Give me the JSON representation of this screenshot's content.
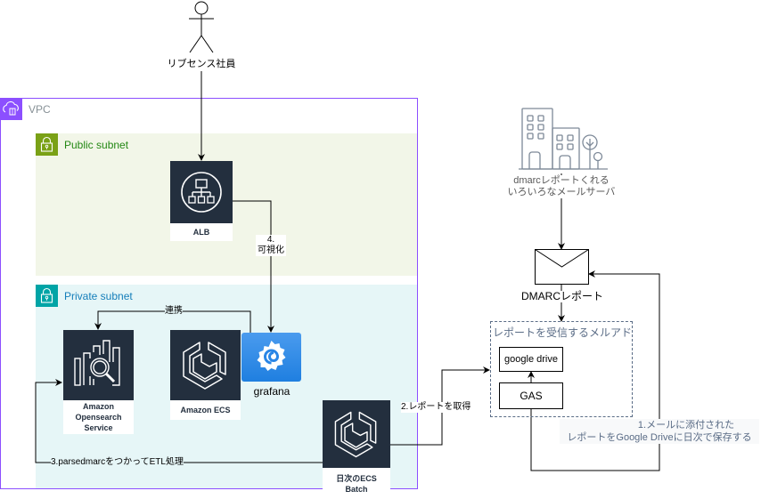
{
  "diagram": {
    "actor": {
      "label": "リブセンス社員",
      "icon": "user-stick-figure-icon"
    },
    "vpc": {
      "label": "VPC",
      "color": "#8C4FFF",
      "icon": "vpc-cloud-icon"
    },
    "public_subnet": {
      "label": "Public subnet",
      "color": "#7AA116",
      "icon": "lock-icon"
    },
    "private_subnet": {
      "label": "Private subnet",
      "color": "#00A4A6",
      "icon": "lock-icon"
    },
    "services": {
      "alb": {
        "label": "ALB",
        "icon": "elastic-load-balancer-icon"
      },
      "opensearch": {
        "label_lines": [
          "Amazon",
          "Opensearch",
          "Service"
        ],
        "icon": "opensearch-icon"
      },
      "ecs": {
        "label": "Amazon ECS",
        "icon": "ecs-icon"
      },
      "grafana": {
        "label": "grafana",
        "icon": "grafana-icon",
        "color": "#3B8FE9"
      },
      "ecs_batch": {
        "label_lines": [
          "日次のECS",
          "Batch"
        ],
        "icon": "ecs-icon"
      }
    },
    "external": {
      "mail_servers": {
        "label_lines": [
          "dmarcレポートくれる",
          "いろいろなメールサーバ"
        ],
        "icon": "office-buildings-icon"
      },
      "dmarc_report": {
        "label": "DMARCレポート",
        "icon": "envelope-icon"
      },
      "mail_group": {
        "label": "レポートを受信するメルアド"
      },
      "google_drive": {
        "label": "google drive"
      },
      "gas": {
        "label": "GAS"
      }
    },
    "edges": {
      "visualize": {
        "label_lines": [
          "4.",
          "可視化"
        ]
      },
      "link": {
        "label": "連携"
      },
      "etl": {
        "label": "3.parsedmarcをつかってETL処理"
      },
      "fetch": {
        "label": "2.レポートを取得"
      },
      "save": {
        "label_lines": [
          "1.メールに添付された",
          "レポートをGoogle Driveに日次で保存する"
        ]
      }
    }
  }
}
